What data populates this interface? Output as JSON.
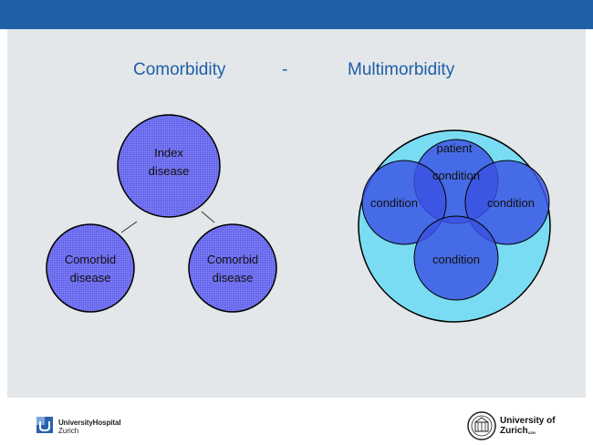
{
  "title": {
    "left": "Comorbidity",
    "separator": "-",
    "right": "Multimorbidity"
  },
  "left_diagram": {
    "index_node": [
      "Index",
      "disease"
    ],
    "comorbid_left": [
      "Comorbid",
      "disease"
    ],
    "comorbid_right": [
      "Comorbid",
      "disease"
    ]
  },
  "right_diagram": {
    "patient_label": "patient",
    "condition_top": "condition",
    "condition_left": "condition",
    "condition_right": "condition",
    "condition_bottom": "condition"
  },
  "footer": {
    "hospital_line1": "UniversityHospital",
    "hospital_line2": "Zurich",
    "university_line1": "University of",
    "university_line2": "Zurich",
    "university_superscript": "UZH"
  },
  "colors": {
    "accent": "#1f5fa6",
    "background": "#e3e7ea",
    "circle_fill": "#6e6ef0",
    "circle_stroke": "#000000",
    "patient_fill": "#79dcf2",
    "condition_fill": "#3b52e3"
  },
  "icons": [
    "university-hospital-logo-icon",
    "university-seal-icon"
  ]
}
